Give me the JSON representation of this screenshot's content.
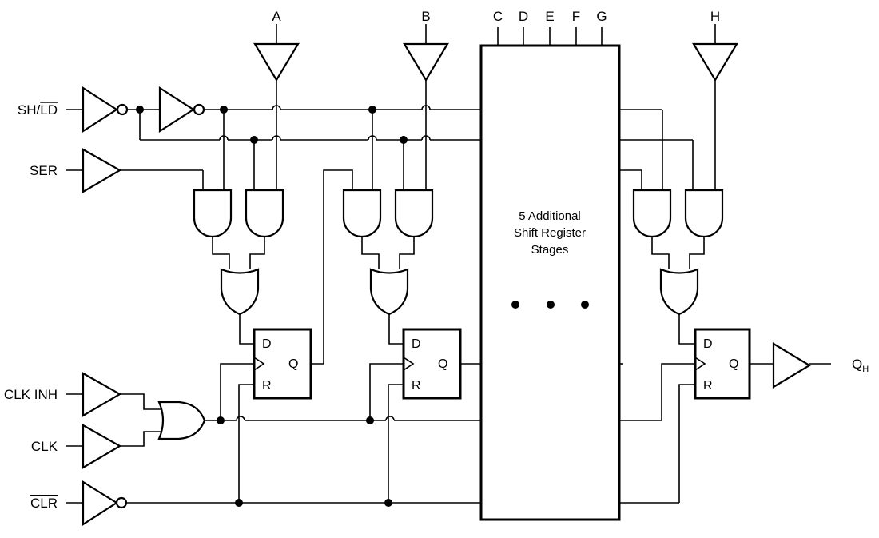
{
  "inputs": {
    "sh_ld": {
      "prefix": "SH/",
      "overbar": "LD"
    },
    "ser": "SER",
    "clk_inh": "CLK INH",
    "clk": "CLK",
    "clr": "CLR"
  },
  "parallel_inputs": [
    "A",
    "B",
    "C",
    "D",
    "E",
    "F",
    "G",
    "H"
  ],
  "flipflop_pins": {
    "d": "D",
    "q": "Q",
    "r": "R"
  },
  "middle_block": {
    "line1": "5 Additional",
    "line2": "Shift Register",
    "line3": "Stages"
  },
  "output": {
    "base": "Q",
    "sub": "H"
  }
}
